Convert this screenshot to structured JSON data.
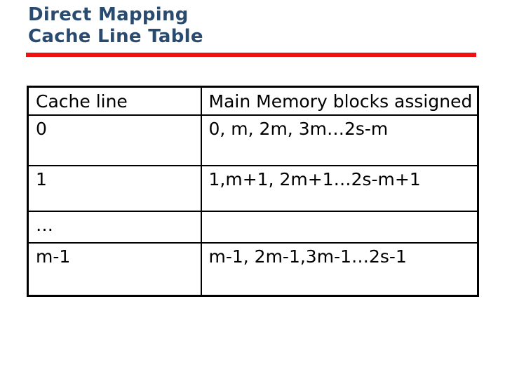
{
  "slide": {
    "title_line1": "Direct Mapping",
    "title_line2": "Cache Line Table"
  },
  "colors": {
    "title_color": "#2A4B70",
    "rule_color": "#EE1111",
    "table_border_color": "#000000",
    "text_color": "#000000",
    "background": "#FFFFFF"
  },
  "table": {
    "columns": [
      "Cache line",
      "Main Memory blocks assigned"
    ],
    "rows": [
      {
        "cache_line": "0",
        "blocks": "0, m, 2m, 3m…2s-m"
      },
      {
        "cache_line": "1",
        "blocks": "1,m+1, 2m+1…2s-m+1"
      },
      {
        "cache_line": "…",
        "blocks": ""
      },
      {
        "cache_line": "m-1",
        "blocks": "m-1, 2m-1,3m-1…2s-1"
      }
    ]
  }
}
